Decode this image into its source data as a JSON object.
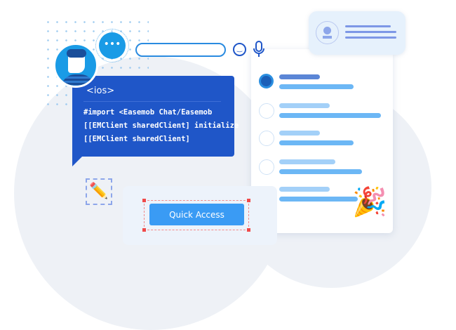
{
  "code_card": {
    "tag": "<ios>",
    "lines": [
      "#import <Easemob Chat/Easemob",
      "[[EMClient sharedClient] initialize",
      "[[EMClient sharedClient]"
    ]
  },
  "quick_access": {
    "button_label": "Quick Access"
  },
  "colors": {
    "code_bg": "#1f56c8",
    "button": "#3a9bf4",
    "bar_dark": "#5b86d6",
    "bar_light": "#9fcdf7",
    "bar_mid": "#6cb7f5"
  }
}
